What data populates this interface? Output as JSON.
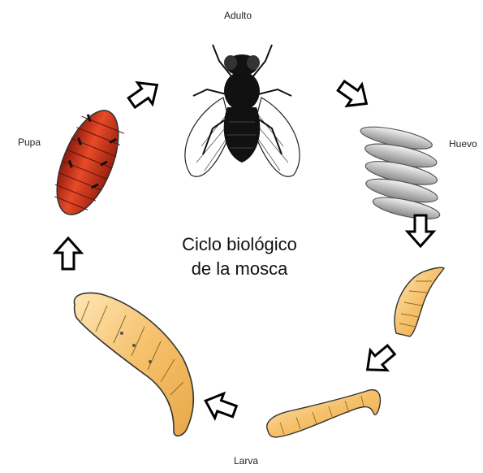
{
  "title": {
    "line1": "Ciclo biológico",
    "line2": "de la mosca"
  },
  "stages": {
    "adulto": "Adulto",
    "huevo": "Huevo",
    "larva": "Larva",
    "pupa": "Pupa"
  },
  "colors": {
    "fly": "#111111",
    "egg": "#c8c8c8",
    "larva": "#f5c67a",
    "pupa": "#d83a1e",
    "arrow": "#000000"
  }
}
